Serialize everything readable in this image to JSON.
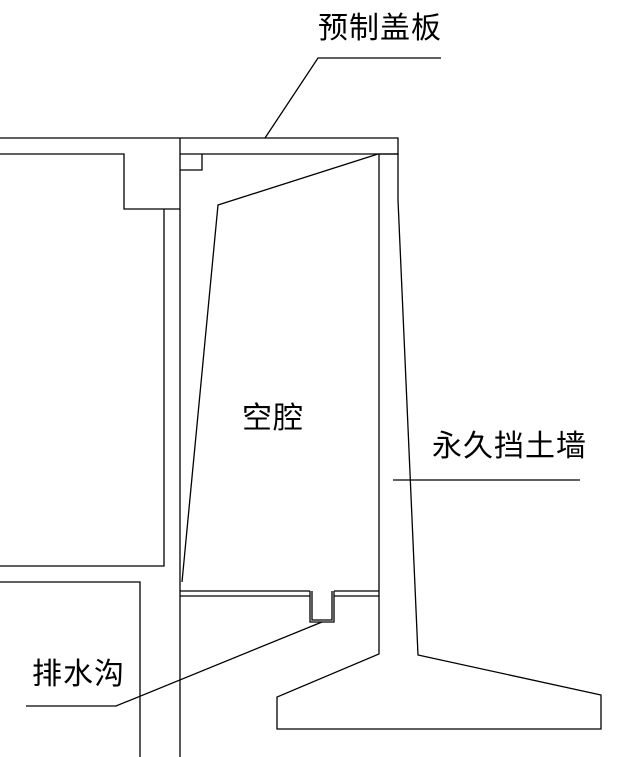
{
  "labels": {
    "precast_cover": "预制盖板",
    "cavity": "空腔",
    "retaining_wall": "永久挡土墙",
    "drain": "排水沟"
  },
  "colors": {
    "line": "#000000",
    "background": "#ffffff"
  }
}
